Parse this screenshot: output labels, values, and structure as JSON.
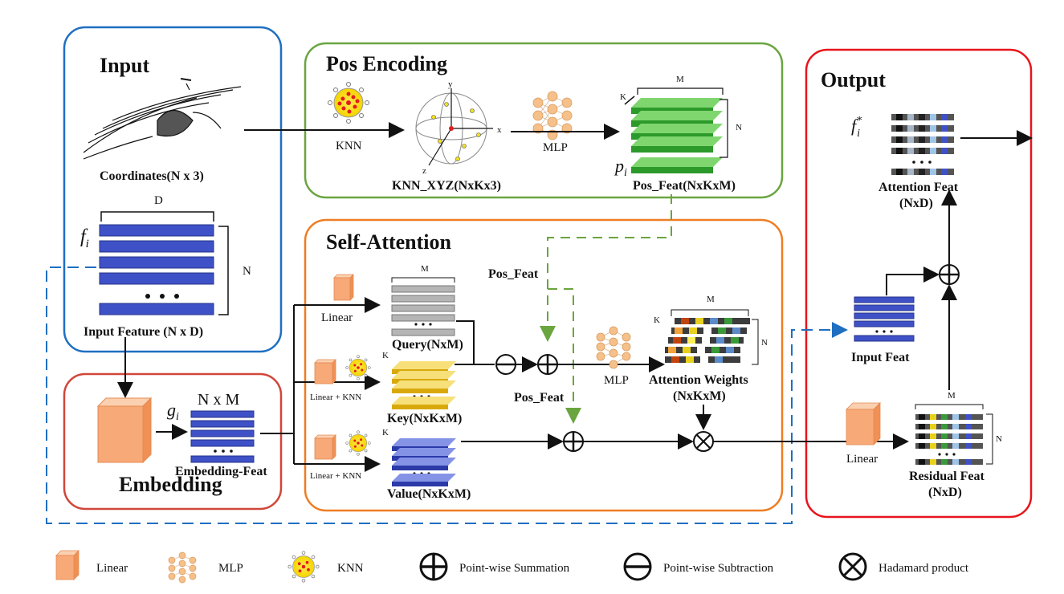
{
  "panels": {
    "input": {
      "title": "Input",
      "color": "#1f6fc1"
    },
    "pos_encoding": {
      "title": "Pos Encoding",
      "color": "#6aa540"
    },
    "self_attention": {
      "title": "Self-Attention",
      "color": "#ef7d23"
    },
    "embedding": {
      "title": "Embedding",
      "color": "#d0463a"
    },
    "output": {
      "title": "Output",
      "color": "#e8141c"
    }
  },
  "input": {
    "coordinates_label": "Coordinates(N x 3)",
    "feature_label": "Input Feature (N x D)",
    "symbol_f": "f",
    "symbol_sub": "i",
    "dim_d": "D",
    "dim_n": "N"
  },
  "pos_encoding": {
    "knn_label": "KNN",
    "knn_xyz_label": "KNN_XYZ(NxKx3)",
    "axis_x": "x",
    "axis_y": "y",
    "axis_z": "z",
    "mlp_label": "MLP",
    "pos_feat_label": "Pos_Feat(NxKxM)",
    "symbol_p": "p",
    "symbol_sub": "i",
    "dim_m": "M",
    "dim_k": "K",
    "dim_n": "N"
  },
  "self_attention": {
    "linear_label": "Linear",
    "linear_knn_label_key": "Linear + KNN",
    "linear_knn_label_value": "Linear + KNN",
    "query_label": "Query(NxM)",
    "key_label": "Key(NxKxM)",
    "value_label": "Value(NxKxM)",
    "pos_feat_top": "Pos_Feat",
    "pos_feat_bottom": "Pos_Feat",
    "mlp_label": "MLP",
    "attention_weights_label": "Attention Weights",
    "attention_weights_dims": "(NxKxM)",
    "dim_m": "M",
    "dim_k": "K",
    "dim_n": "N"
  },
  "embedding": {
    "dims_label": "N x M",
    "feat_label": "Embedding-Feat",
    "symbol_g": "g",
    "symbol_sub": "i"
  },
  "output": {
    "symbol_f": "f",
    "symbol_sub": "i",
    "symbol_sup": "*",
    "attention_feat_label": "Attention Feat",
    "attention_feat_dims": "(NxD)",
    "input_feat_label": "Input Feat",
    "linear_label": "Linear",
    "residual_feat_label": "Residual Feat",
    "residual_feat_dims": "(NxD)",
    "dim_m": "M",
    "dim_n": "N"
  },
  "legend": {
    "linear": "Linear",
    "mlp": "MLP",
    "knn": "KNN",
    "sum": "Point-wise Summation",
    "sub": "Point-wise Subtraction",
    "hadamard": "Hadamard product"
  },
  "colors": {
    "linear_fill": "#f7a978",
    "mlp_node": "#f5c08a",
    "knn_red": "#e21d1d",
    "knn_yellow": "#f4e11a",
    "feature_blue": "#3f51c7",
    "pos_green": "#3fae3a",
    "query_gray": "#b5b5b5",
    "key_yellow": "#f0cc1c",
    "value_blue": "#4354c9",
    "dash_blue": "#1f6fc1",
    "dash_green": "#6aa540"
  }
}
